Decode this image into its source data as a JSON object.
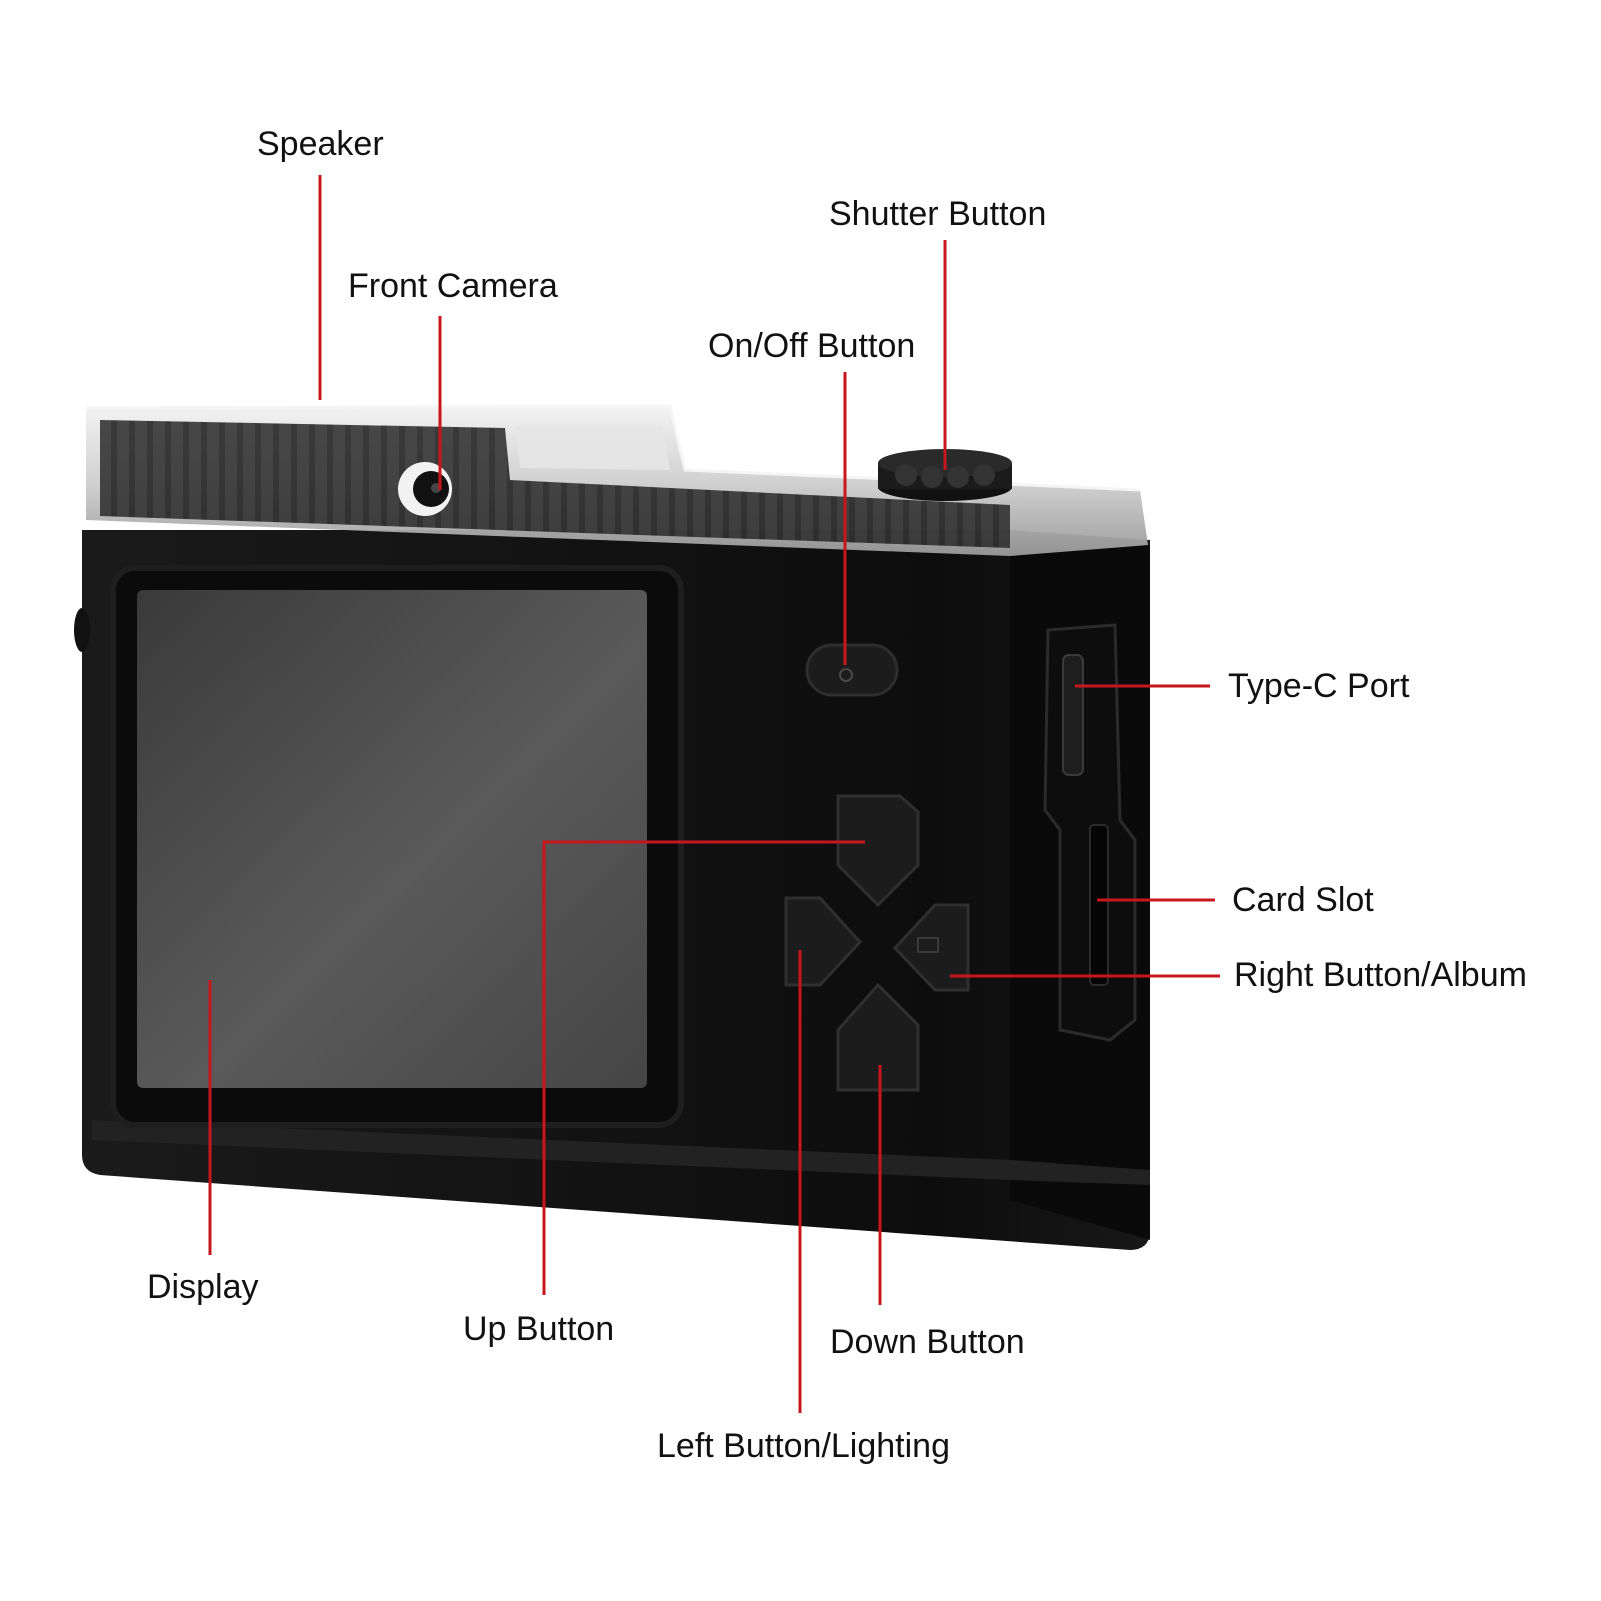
{
  "colors": {
    "background": "#ffffff",
    "leader_line": "#c8161d",
    "label_text": "#111111",
    "camera_body": "#111111",
    "top_cover": "#d9d9d9",
    "screen": "#4a4a4a"
  },
  "labels": {
    "speaker": "Speaker",
    "front_camera": "Front Camera",
    "shutter_button": "Shutter Button",
    "on_off_button": "On/Off Button",
    "type_c_port": "Type-C Port",
    "card_slot": "Card Slot",
    "right_button": "Right Button/Album",
    "display": "Display",
    "up_button": "Up Button",
    "down_button": "Down Button",
    "left_button": "Left Button/Lighting"
  }
}
